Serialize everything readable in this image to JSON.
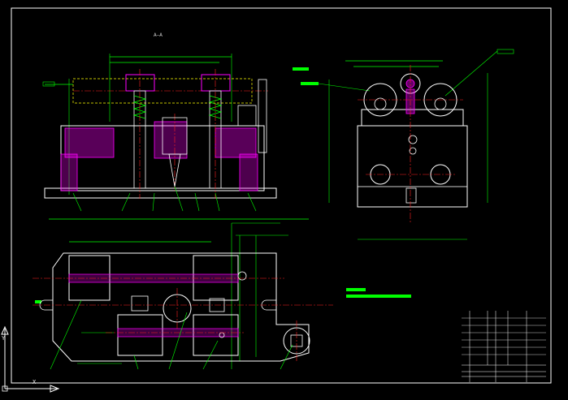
{
  "drawing": {
    "section_label": "A—A",
    "title_block": {
      "rows": [
        "",
        "",
        "",
        "",
        "",
        "",
        "",
        "",
        "",
        ""
      ]
    }
  },
  "colors": {
    "background": "#000000",
    "frame": "#ffffff",
    "outline": "#ffffff",
    "centerline": "#ff2020",
    "dimension": "#00ff00",
    "hatch": "#ff00ff",
    "hidden": "#ffff00",
    "leader": "#00ffff"
  },
  "ucs": {
    "x_label": "X",
    "y_label": "Y"
  }
}
